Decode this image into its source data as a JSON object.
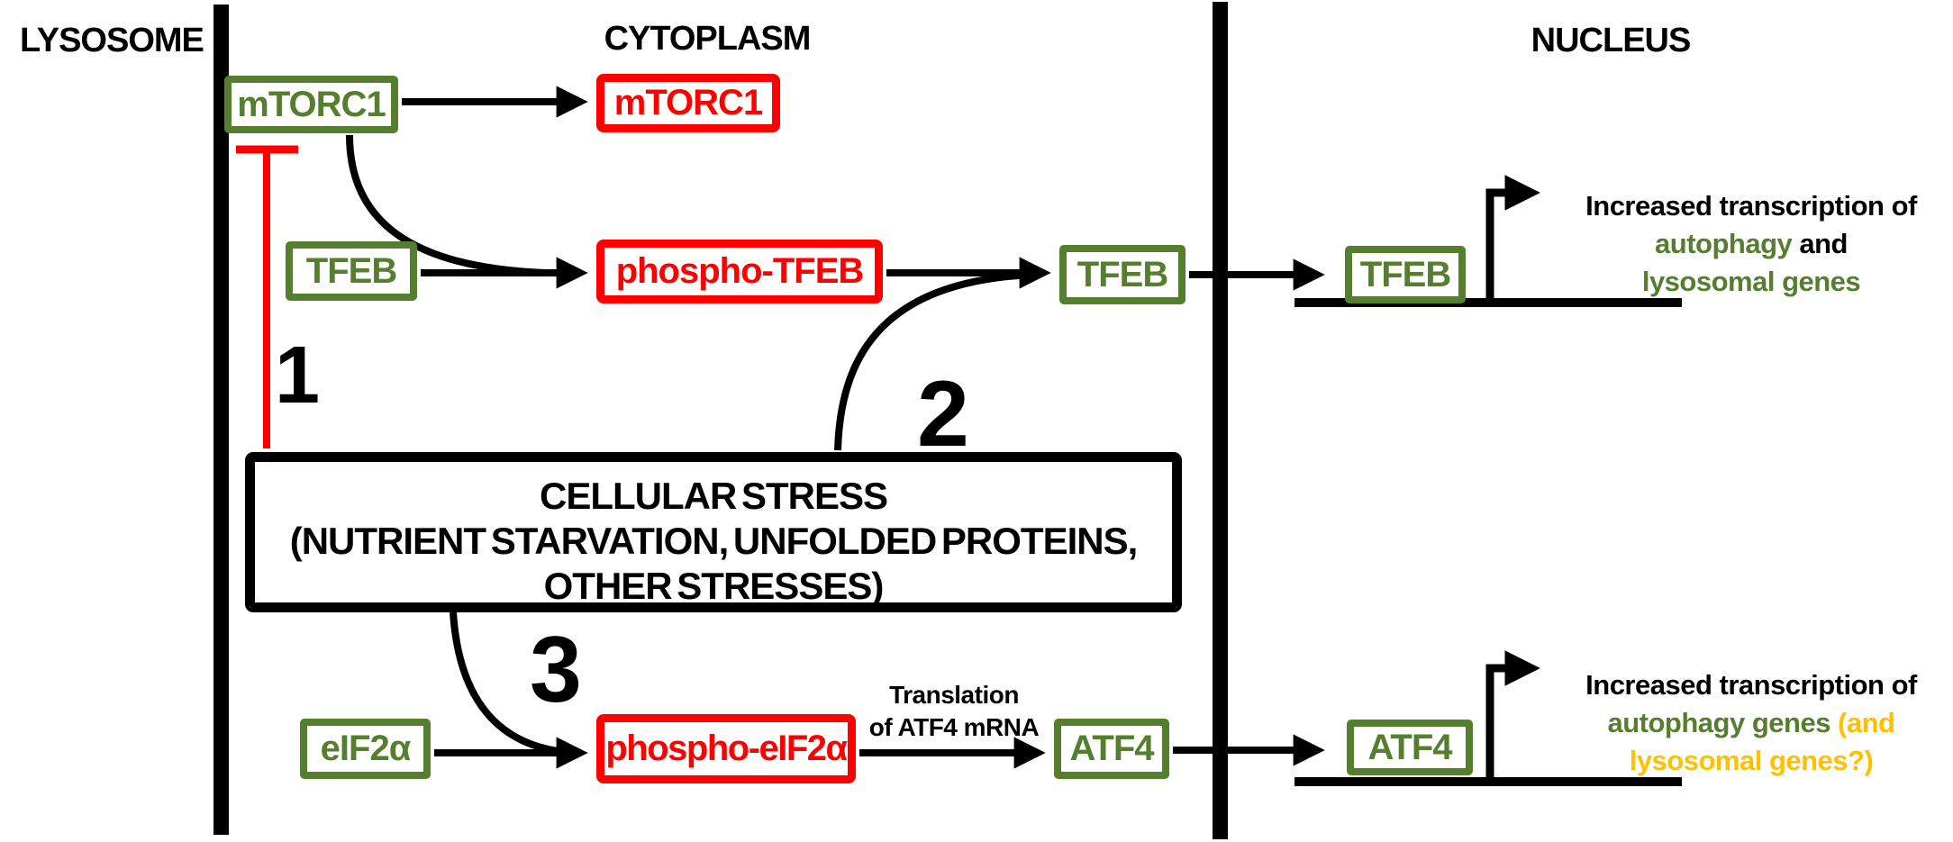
{
  "colors": {
    "green": "#567E2F",
    "red": "#FF0000",
    "gold": "#FFC000",
    "black": "#000000"
  },
  "compartments": {
    "lysosome": "LYSOSOME",
    "cytoplasm": "CYTOPLASM",
    "nucleus": "NUCLEUS"
  },
  "boxes": {
    "mtorc1_lysosome": "mTORC1",
    "mtorc1_cytoplasm": "mTORC1",
    "tfeb_cytoplasm": "TFEB",
    "phospho_tfeb": "phospho-TFEB",
    "tfeb_dephosphorylated": "TFEB",
    "tfeb_nucleus": "TFEB",
    "eif2a": "eIF2α",
    "phospho_eif2a": "phospho-eIF2α",
    "atf4_cytoplasm": "ATF4",
    "atf4_nucleus": "ATF4"
  },
  "stress_box": {
    "line1": "CELLULAR STRESS",
    "line2": "(NUTRIENT STARVATION, UNFOLDED PROTEINS,",
    "line3": "OTHER STRESSES)"
  },
  "step_numbers": {
    "one": "1",
    "two": "2",
    "three": "3"
  },
  "arrow_labels": {
    "translation_line1": "Translation",
    "translation_line2": "of ATF4 mRNA"
  },
  "nucleus_annotations": {
    "tfeb": {
      "line1": "Increased transcription of",
      "line2_green": "autophagy",
      "line2_black": " and",
      "line3_green": "lysosomal genes"
    },
    "atf4": {
      "line1": "Increased transcription of",
      "line2_green": "autophagy genes",
      "line2_gold": " (and",
      "line3_gold": "lysosomal genes?)"
    }
  }
}
